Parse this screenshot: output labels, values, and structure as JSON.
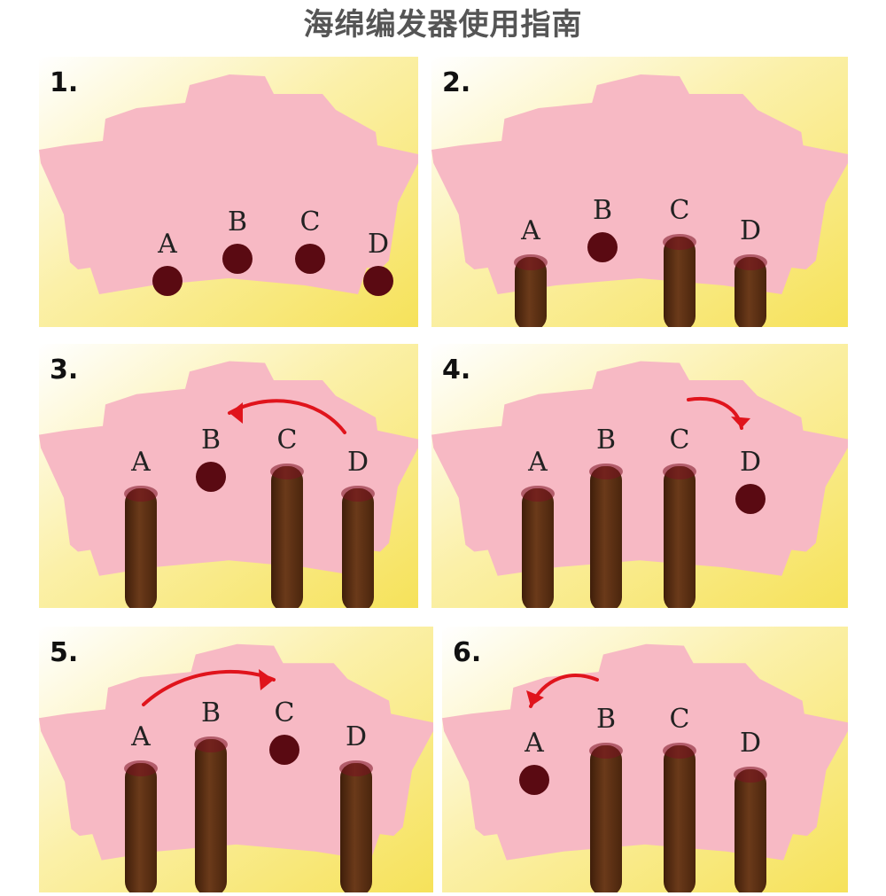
{
  "title": "海绵编发器使用指南",
  "colors": {
    "background_top": "#ffffff",
    "background_bottom": "#f6e25a",
    "sponge": "#f7b9c4",
    "hole": "#5a0a12",
    "stick": "#6b3a1a",
    "arrow": "#e0141c"
  },
  "steps": [
    {
      "number": "1.",
      "holes": [
        "A",
        "B",
        "C",
        "D"
      ],
      "sticks_in": [],
      "arrow": "none"
    },
    {
      "number": "2.",
      "holes": [
        "A",
        "B",
        "C",
        "D"
      ],
      "sticks_in": [
        "A",
        "C",
        "D"
      ],
      "arrow": "none"
    },
    {
      "number": "3.",
      "holes": [
        "A",
        "B",
        "C",
        "D"
      ],
      "sticks_in": [
        "A",
        "C",
        "D"
      ],
      "arrow": "D-to-B"
    },
    {
      "number": "4.",
      "holes": [
        "A",
        "B",
        "C",
        "D"
      ],
      "sticks_in": [
        "A",
        "B",
        "C"
      ],
      "arrow": "C-to-D"
    },
    {
      "number": "5.",
      "holes": [
        "A",
        "B",
        "C",
        "D"
      ],
      "sticks_in": [
        "A",
        "B",
        "D"
      ],
      "arrow": "A-to-C"
    },
    {
      "number": "6.",
      "holes": [
        "A",
        "B",
        "C",
        "D"
      ],
      "sticks_in": [
        "B",
        "C",
        "D"
      ],
      "arrow": "B-to-A"
    }
  ]
}
